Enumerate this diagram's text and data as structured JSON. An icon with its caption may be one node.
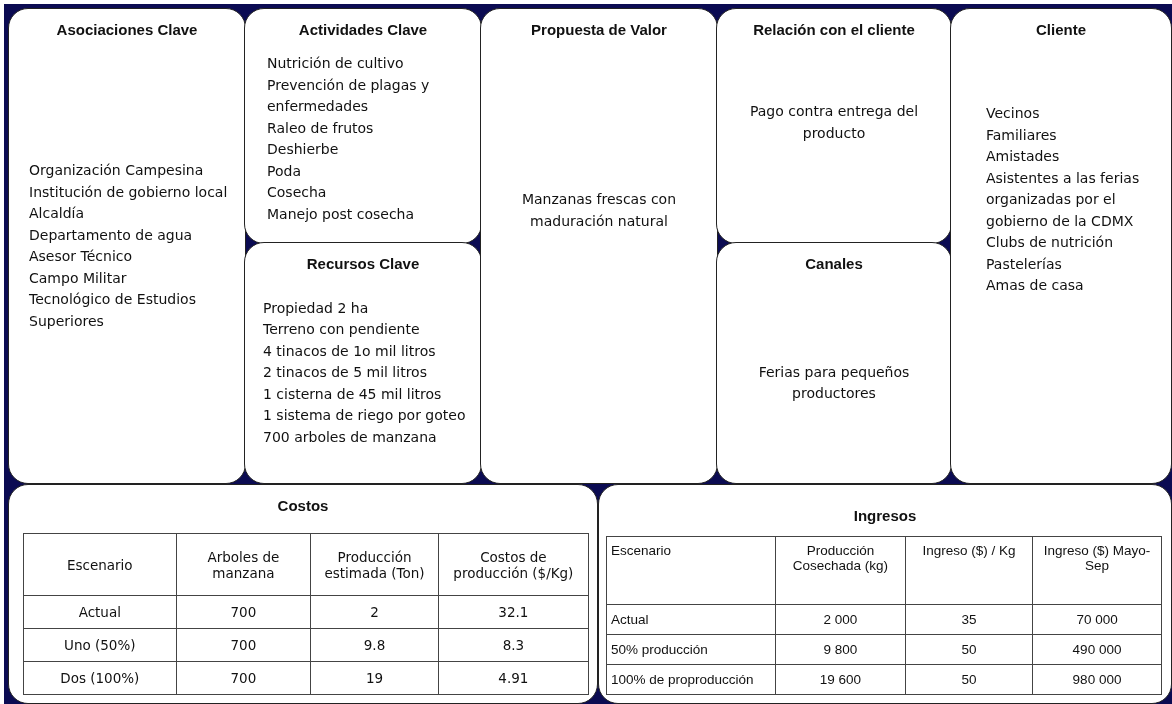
{
  "diagram": {
    "nodes": [
      {
        "text": [
          "Asociaciones Clave",
          "Organización Campesina",
          "Institución de gobierno local",
          "Alcaldía",
          "Departamento de agua",
          "Asesor Técnico",
          "Campo Militar",
          "Tecnológico de Estudios Superiores"
        ]
      },
      {
        "text": [
          "Actividades Clave",
          "Nutrición de cultivo",
          "Prevención de plagas y enfermedades",
          "Raleo de frutos",
          "Deshierbe",
          "Poda",
          "Cosecha",
          "Manejo post cosecha"
        ]
      },
      {
        "text": [
          "Recursos Clave",
          "Propiedad 2 ha",
          "Terreno con pendiente",
          "4 tinacos de 1o mil litros",
          "2 tinacos de 5 mil litros",
          "1 cisterna de 45 mil litros",
          "1 sistema de riego por goteo",
          "700 arboles de manzana"
        ]
      },
      {
        "text": [
          "Propuesta de Valor",
          "Manzanas frescas con maduración natural"
        ]
      },
      {
        "text": [
          "Relación con el cliente",
          "Pago contra entrega del producto"
        ]
      },
      {
        "text": [
          "Canales",
          "Ferias para pequeños productores"
        ]
      },
      {
        "text": [
          "Cliente",
          "Vecinos",
          "Familiares",
          "Amistades",
          "Asistentes a las ferias organizadas por el gobierno de la CDMX",
          "Clubs de nutrición",
          "Pastelerías",
          "Amas de casa"
        ]
      },
      {
        "text": [
          "Costos"
        ]
      },
      {
        "text": [
          "Ingresos"
        ]
      }
    ],
    "labels": [
      "Escenario",
      "Arboles de manzana",
      "Producción estimada (Ton)",
      "Costos de producción ($/Kg)",
      "Actual",
      "700",
      "2",
      "32.1",
      "Uno (50%)",
      "700",
      "9.8",
      "8.3",
      "Dos (100%)",
      "700",
      "19",
      "4.91",
      "Escenario",
      "Producción Cosechada (kg)",
      "Ingreso ($) / Kg",
      "Ingreso ($) Mayo-Sep",
      "Actual",
      "2 000",
      "35",
      "70 000",
      "50% producción",
      "9 800",
      "50",
      "490 000",
      "100% de proproducción",
      "19 600",
      "50",
      "980 000"
    ]
  }
}
